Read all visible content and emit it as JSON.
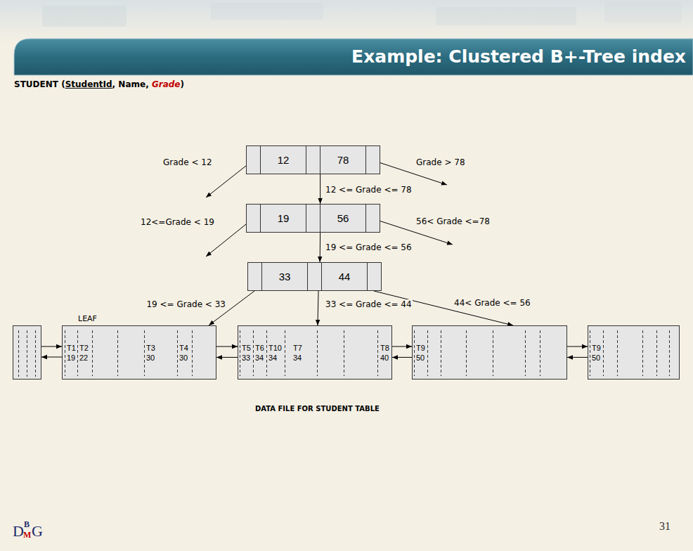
{
  "diagram": {
    "title": "Example: Clustered B+-Tree index",
    "nodes": [
      {
        "text": [
          "12",
          "78"
        ]
      },
      {
        "text": [
          "19",
          "56"
        ]
      },
      {
        "text": [
          "33",
          "44"
        ]
      },
      {
        "text": [
          "T1 19",
          "T2 22",
          "T3 30",
          "T4 30"
        ]
      },
      {
        "text": [
          "T5 33",
          "T6 34",
          "T10 34",
          "T7 34",
          "T8 40"
        ]
      },
      {
        "text": [
          "T9 50"
        ]
      },
      {
        "text": [
          "T9 50"
        ]
      }
    ],
    "edges": [
      {
        "from": 0,
        "to": 1,
        "arrow": "to",
        "label": "12 <= Grade <= 78"
      },
      {
        "from": 1,
        "to": 2,
        "arrow": "to",
        "label": "19 <= Grade <= 56"
      },
      {
        "from": 2,
        "to": 3,
        "arrow": "to",
        "label": "19 <= Grade < 33"
      },
      {
        "from": 2,
        "to": 4,
        "arrow": "to",
        "label": "33 <= Grade <= 44"
      },
      {
        "from": 2,
        "to": 5,
        "arrow": "to",
        "label": "44< Grade <= 56"
      },
      {
        "from": 3,
        "to": 4,
        "arrow": "to"
      },
      {
        "from": 4,
        "to": 3,
        "arrow": "to"
      },
      {
        "from": 4,
        "to": 5,
        "arrow": "to"
      },
      {
        "from": 5,
        "to": 4,
        "arrow": "to"
      },
      {
        "from": 5,
        "to": 6,
        "arrow": "to"
      },
      {
        "from": 6,
        "to": 5,
        "arrow": "to"
      }
    ],
    "labels": [
      "STUDENT (",
      "StudentId",
      ", Name, ",
      "Grade",
      ")",
      "Grade < 12",
      "Grade > 78",
      "12<=Grade < 19",
      "56< Grade <=78",
      "LEAF",
      "DATA FILE FOR STUDENT TABLE",
      "D",
      "B",
      "M",
      "G",
      "31"
    ]
  }
}
